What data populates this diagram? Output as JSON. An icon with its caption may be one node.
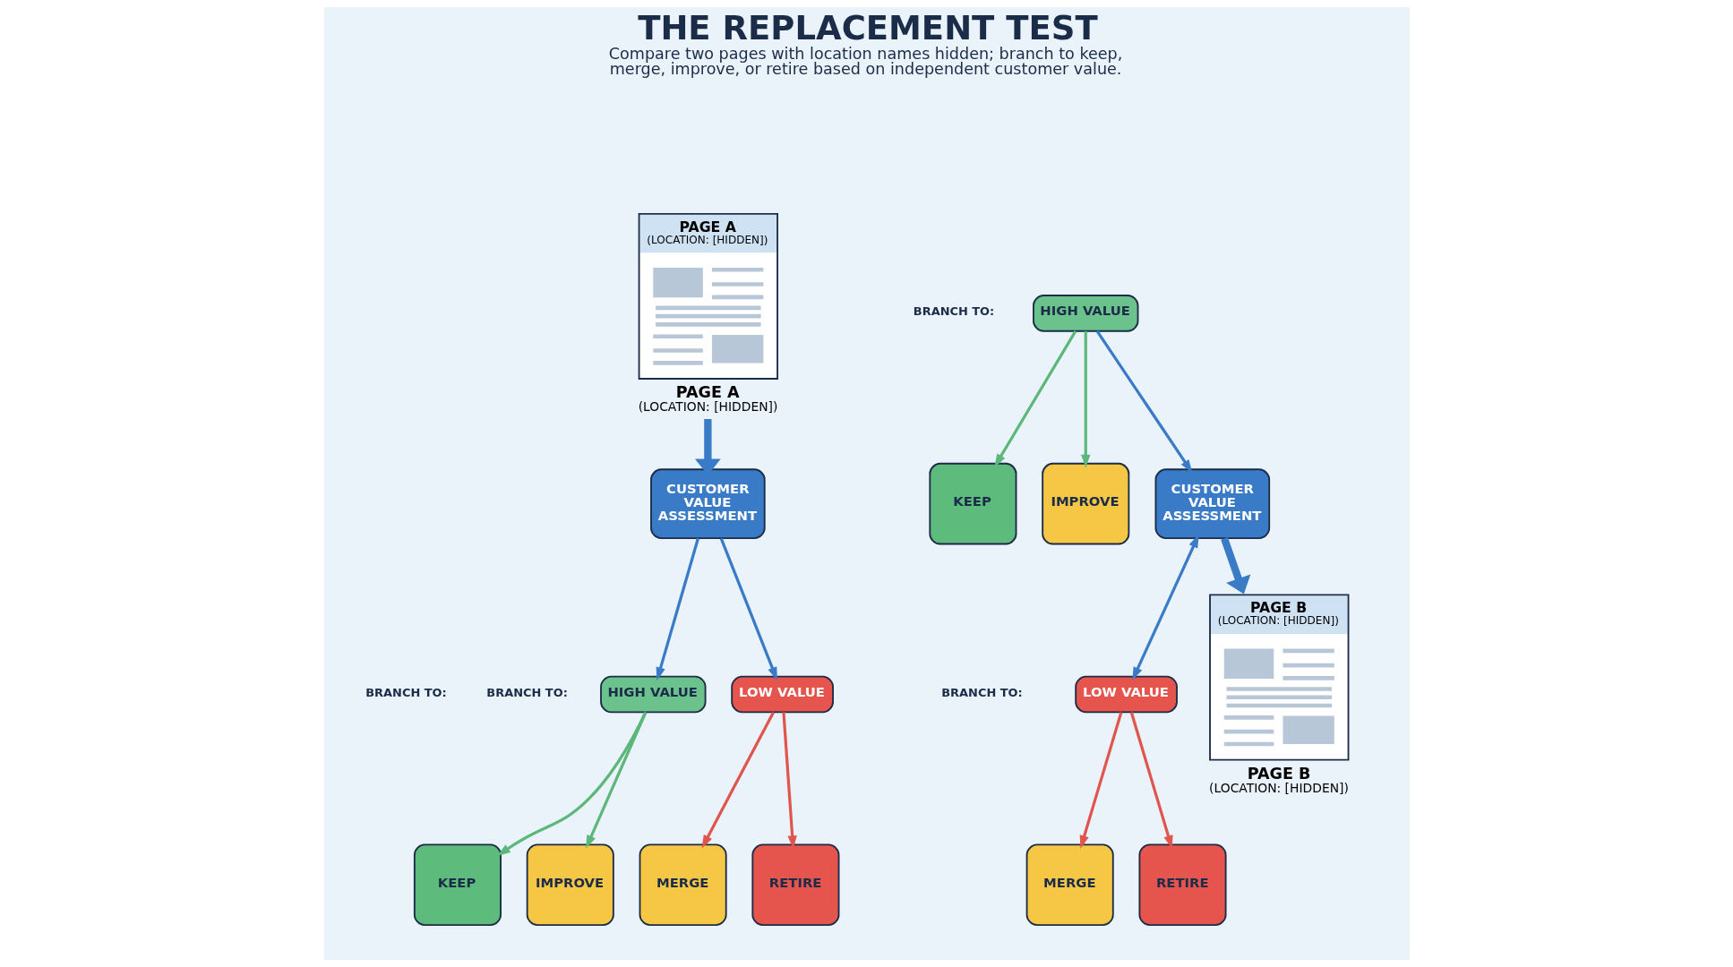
{
  "diagram": {
    "title": "THE REPLACEMENT TEST",
    "caption": "Compare two pages with location names hidden; branch to keep, merge, improve, or retire based on independent customer value.",
    "nodes": [
      {
        "text": [
          "PAGE A",
          "(LOCATION: [HIDDEN])"
        ],
        "beside": [
          "PAGE A",
          "(LOCATION: [HIDDEN])"
        ]
      },
      {
        "text": [
          "CUSTOMER VALUE ASSESSMENT"
        ]
      },
      {
        "text": [
          "HIGH VALUE"
        ]
      },
      {
        "text": [
          "LOW VALUE"
        ]
      },
      {
        "text": [
          "KEEP"
        ]
      },
      {
        "text": [
          "IMPROVE"
        ]
      },
      {
        "text": [
          "MERGE"
        ]
      },
      {
        "text": [
          "RETIRE"
        ]
      },
      {
        "text": [
          "PAGE B",
          "(LOCATION: [HIDDEN])"
        ],
        "beside": [
          "PAGE B",
          "(LOCATION: [HIDDEN])"
        ]
      },
      {
        "text": [
          "CUSTOMER VALUE ASSESSMENT"
        ]
      },
      {
        "text": [
          "HIGH VALUE"
        ]
      },
      {
        "text": [
          "LOW VALUE"
        ]
      },
      {
        "text": [
          "KEEP"
        ]
      },
      {
        "text": [
          "IMPROVE"
        ]
      },
      {
        "text": [
          "MERGE"
        ]
      },
      {
        "text": [
          "RETIRE"
        ]
      }
    ],
    "edges": [
      {
        "from": 0,
        "to": 1,
        "arrow": "to",
        "style": "thick"
      },
      {
        "from": 1,
        "to": 2,
        "arrow": "to"
      },
      {
        "from": 1,
        "to": 3,
        "arrow": "to"
      },
      {
        "from": 2,
        "to": 4,
        "arrow": "to",
        "color": "#5cb87a"
      },
      {
        "from": 2,
        "to": 5,
        "arrow": "to",
        "color": "#5cb87a"
      },
      {
        "from": 3,
        "to": 6,
        "arrow": "to",
        "color": "#e0554d"
      },
      {
        "from": 3,
        "to": 7,
        "arrow": "to",
        "color": "#e0554d"
      },
      {
        "from": 10,
        "to": 12,
        "arrow": "to",
        "color": "#5cb87a"
      },
      {
        "from": 10,
        "to": 13,
        "arrow": "to",
        "color": "#5cb87a"
      },
      {
        "from": 10,
        "to": 9,
        "arrow": "to"
      },
      {
        "from": 9,
        "to": 11,
        "arrow": "both"
      },
      {
        "from": 11,
        "to": 14,
        "arrow": "to",
        "color": "#e0554d"
      },
      {
        "from": 11,
        "to": 15,
        "arrow": "to",
        "color": "#e0554d"
      },
      {
        "from": 9,
        "to": 8,
        "arrow": "to",
        "style": "thick"
      }
    ],
    "labels": [
      "BRANCH TO:",
      "BRANCH TO:",
      "BRANCH TO:",
      "BRANCH TO:"
    ]
  }
}
